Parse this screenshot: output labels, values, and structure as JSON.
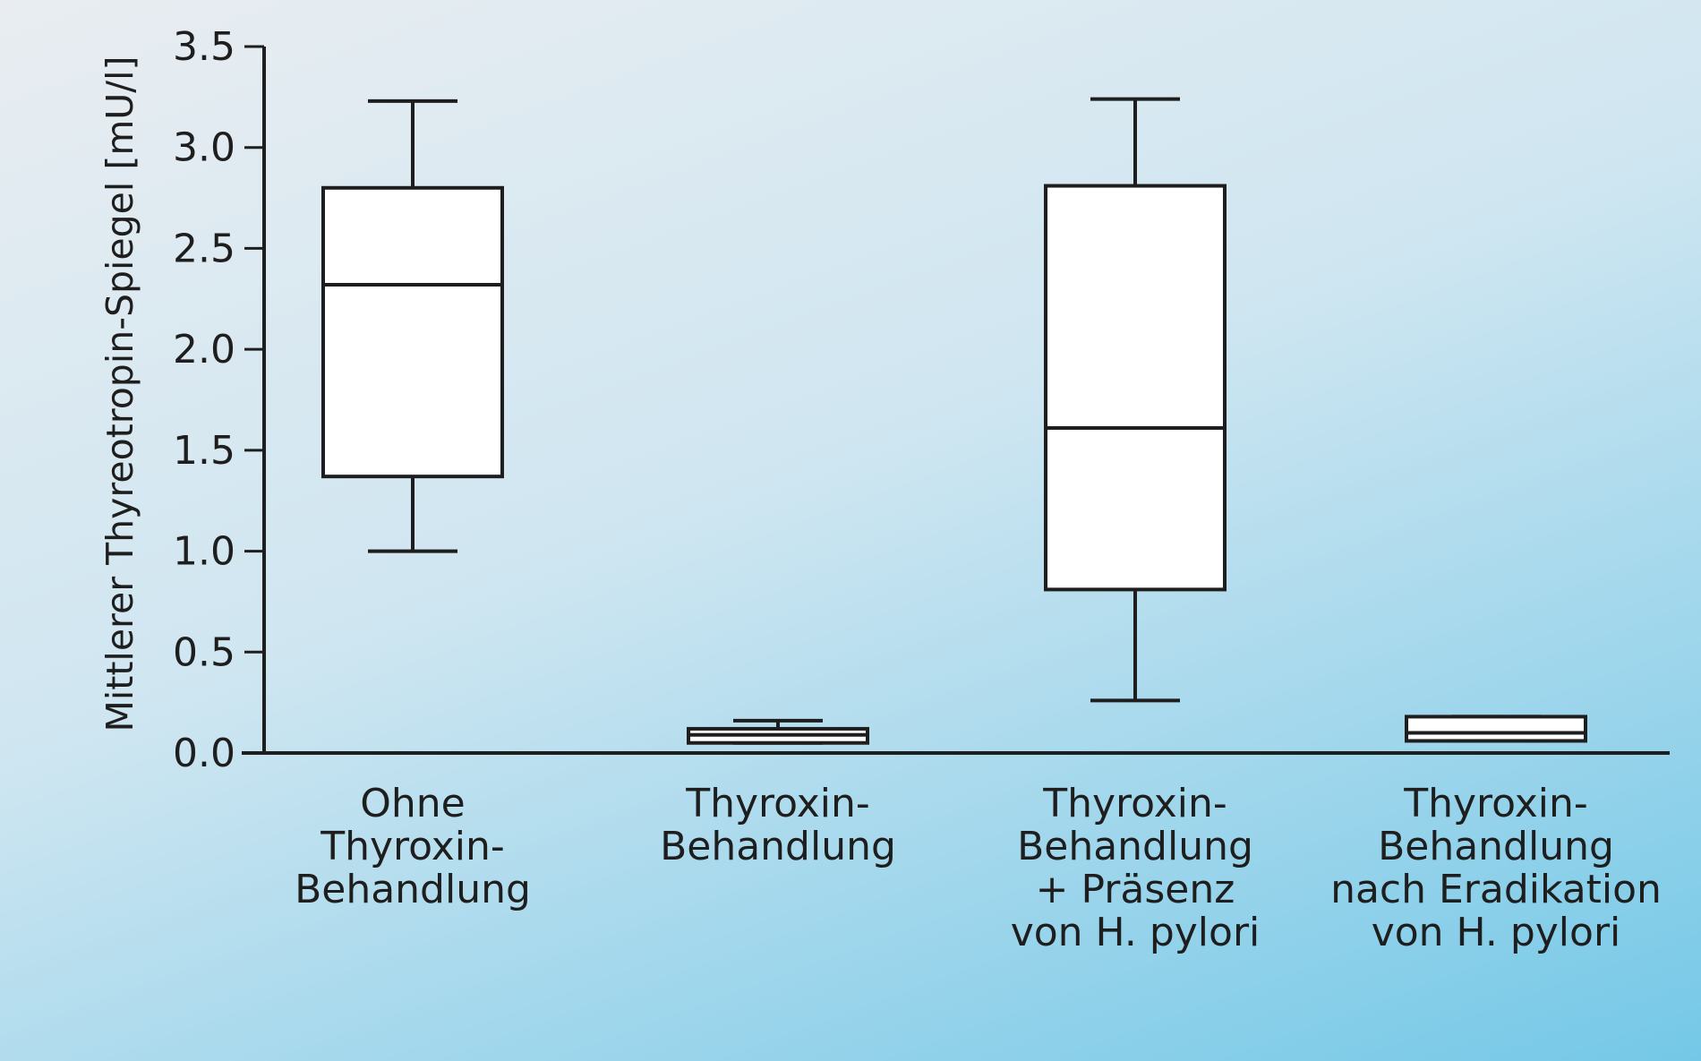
{
  "chart_data": {
    "type": "box",
    "ylabel": "Mittlerer Thyreotropin-Spiegel [mU/l]",
    "ylim": [
      0,
      3.5
    ],
    "yticks": [
      "0.0",
      "0.5",
      "1.0",
      "1.5",
      "2.0",
      "2.5",
      "3.0",
      "3.5"
    ],
    "categories": [
      [
        "Ohne",
        "Thyroxin-",
        "Behandlung"
      ],
      [
        "Thyroxin-",
        "Behandlung"
      ],
      [
        "Thyroxin-",
        "Behandlung",
        "+ Präsenz",
        "von H. pylori"
      ],
      [
        "Thyroxin-",
        "Behandlung",
        "nach Eradikation",
        "von H. pylori"
      ]
    ],
    "boxes": [
      {
        "min": 1.0,
        "q1": 1.37,
        "median": 2.32,
        "q3": 2.8,
        "max": 3.23
      },
      {
        "min": 0.05,
        "q1": 0.05,
        "median": 0.09,
        "q3": 0.12,
        "max": 0.16
      },
      {
        "min": 0.26,
        "q1": 0.81,
        "median": 1.61,
        "q3": 2.81,
        "max": 3.24
      },
      {
        "min": 0.06,
        "q1": 0.06,
        "median": 0.1,
        "q3": 0.18,
        "max": 0.18
      }
    ],
    "grid": false
  }
}
